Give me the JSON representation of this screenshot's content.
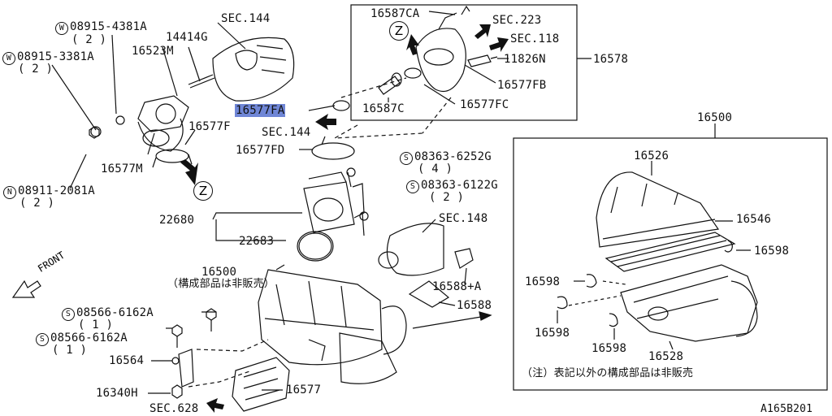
{
  "diagram_id": "A165B201",
  "front_label": "FRONT",
  "zone_label": "Z",
  "labels": {
    "w_08915_4381a": "08915-4381A",
    "w_08915_4381a_qty": "( 2 )",
    "sec_144_top": "SEC.144",
    "p14414g": "14414G",
    "p16523m": "16523M",
    "w_08915_3381a": "08915-3381A",
    "w_08915_3381a_qty": "( 2 )",
    "p16577fa": "16577FA",
    "p16577f": "16577F",
    "p16577m": "16577M",
    "n_08911_2081a": "08911-2081A",
    "n_08911_2081a_qty": "( 2 )",
    "sec_144_mid": "SEC.144",
    "p16577fd": "16577FD",
    "p16587ca": "16587CA",
    "sec_223": "SEC.223",
    "sec_118": "SEC.118",
    "p11826n": "11826N",
    "p16578": "16578",
    "p16577fb": "16577FB",
    "p16587c": "16587C",
    "p16577fc": "16577FC",
    "s_08363_6252g": "08363-6252G",
    "s_08363_6252g_qty": "( 4 )",
    "s_08363_6122g": "08363-6122G",
    "s_08363_6122g_qty": "( 2 )",
    "p22680": "22680",
    "p22683": "22683",
    "sec_148": "SEC.148",
    "p16500_left": "16500",
    "p16500_note": "（構成部品は非販売）",
    "p16588a": "16588+A",
    "p16588": "16588",
    "s_08566_6162a_1": "08566-6162A",
    "s_08566_6162a_1_qty": "( 1 )",
    "s_08566_6162a_2": "08566-6162A",
    "s_08566_6162a_2_qty": "( 1 )",
    "p16564": "16564",
    "p16340h": "16340H",
    "sec_628": "SEC.628",
    "p16577": "16577",
    "p16500_right": "16500",
    "p16526": "16526",
    "p16546": "16546",
    "p16598_r": "16598",
    "p16598_l1": "16598",
    "p16598_l2": "16598",
    "p16598_b": "16598",
    "p16528": "16528",
    "note_bottom": "（注）表記以外の構成部品は非販売"
  },
  "prefixes": {
    "w": "W",
    "n": "N",
    "s": "S"
  },
  "colors": {
    "highlight": "#6f86d6",
    "ink": "#111111"
  }
}
